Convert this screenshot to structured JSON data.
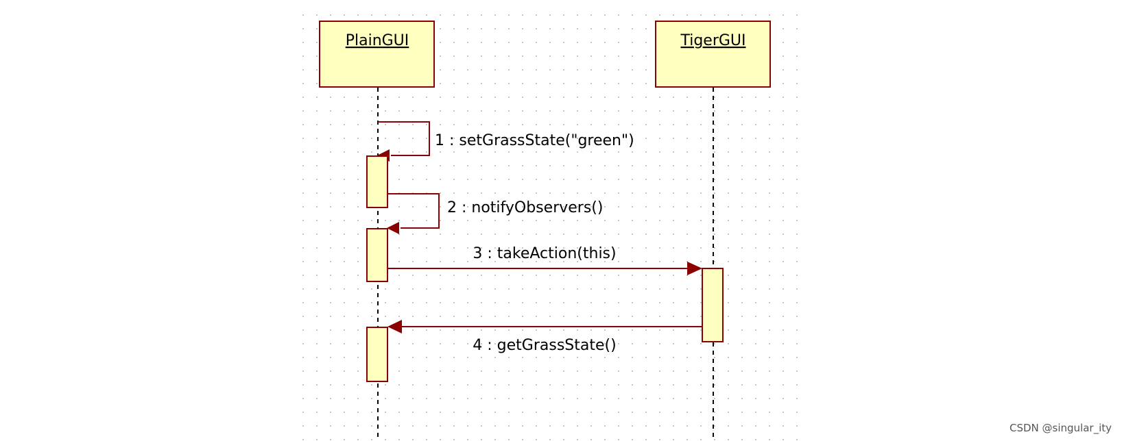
{
  "diagram": {
    "type": "sequence",
    "colors": {
      "box_fill": "#FFFFC0",
      "box_stroke": "#8B0000",
      "arrow": "#8B0000",
      "lifeline": "#000000",
      "grid_dot": "#C8C8C8"
    },
    "participants": [
      {
        "name": "PlainGUI"
      },
      {
        "name": "TigerGUI"
      }
    ],
    "messages": [
      {
        "label": "1 : setGrassState(\"green\")",
        "from": "PlainGUI",
        "to": "PlainGUI"
      },
      {
        "label": "2 : notifyObservers()",
        "from": "PlainGUI",
        "to": "PlainGUI"
      },
      {
        "label": "3 : takeAction(this)",
        "from": "PlainGUI",
        "to": "TigerGUI"
      },
      {
        "label": "4 : getGrassState()",
        "from": "TigerGUI",
        "to": "PlainGUI"
      }
    ]
  },
  "watermark": "CSDN @singular_ity"
}
